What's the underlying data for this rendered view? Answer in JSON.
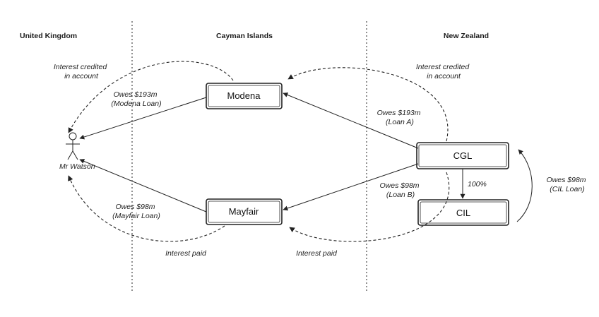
{
  "regions": [
    "United Kingdom",
    "Cayman Islands",
    "New Zealand"
  ],
  "entities": {
    "modena": "Modena",
    "mayfair": "Mayfair",
    "cgl": "CGL",
    "cil": "CIL"
  },
  "person": {
    "label": "Mr Watson"
  },
  "annotations": {
    "uk_interest_credited": [
      "Interest credited",
      "in account"
    ],
    "nz_interest_credited": [
      "Interest credited",
      "in account"
    ],
    "modena_loan": [
      "Owes $193m",
      "(Modena Loan)"
    ],
    "mayfair_loan": [
      "Owes $98m",
      "(Mayfair Loan)"
    ],
    "loan_a": [
      "Owes $193m",
      "(Loan A)"
    ],
    "loan_b": [
      "Owes $98m",
      "(Loan B)"
    ],
    "cil_loan": [
      "Owes $98m",
      "(CIL Loan)"
    ],
    "ownership": "100%",
    "interest_paid_left": "Interest paid",
    "interest_paid_right": "Interest paid"
  }
}
